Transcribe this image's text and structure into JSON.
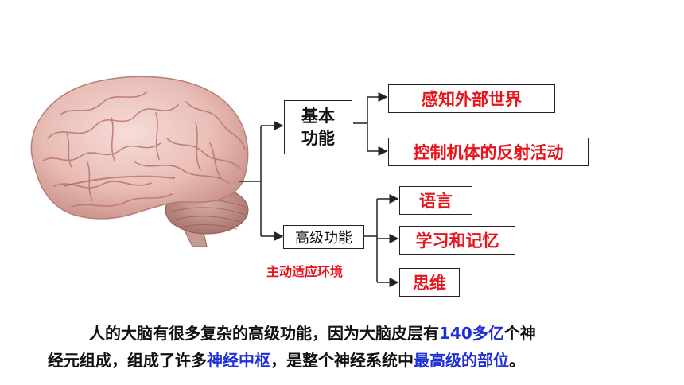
{
  "diagram": {
    "basic": {
      "label_line1": "基本",
      "label_line2": "功能",
      "items": [
        "感知外部世界",
        "控制机体的反射活动"
      ]
    },
    "advanced": {
      "label": "高级功能",
      "note": "主动适应环境",
      "items": [
        "语言",
        "学习和记忆",
        "思维"
      ]
    }
  },
  "paragraph": {
    "line1_a": "人的大脑有很多复杂的高级功能，因为大脑皮层有",
    "line1_b": "140多亿",
    "line1_c": "个神",
    "line2_a": "经元组成，组成了许多",
    "line2_b": "神经中枢",
    "line2_c": "，是整个神经系统中",
    "line2_d": "最高级的部位",
    "line2_e": "。"
  },
  "colors": {
    "red": "#e8141b",
    "blue": "#1f2fd8",
    "text": "#111111"
  }
}
